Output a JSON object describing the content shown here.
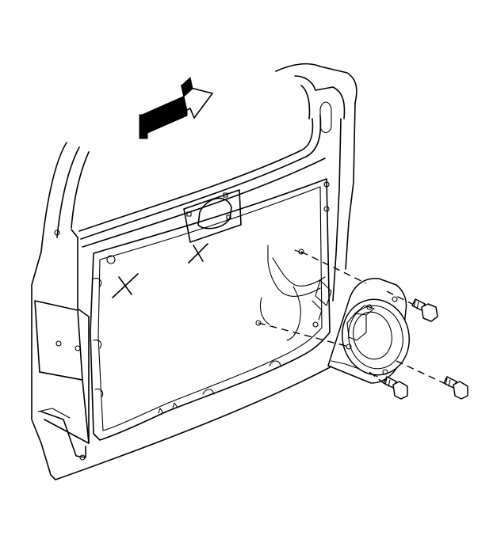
{
  "diagram": {
    "kind": "exploded-assembly-line-drawing",
    "subject": "door-speaker-installation",
    "ink_color": "#000000",
    "paper_color": "#ffffff",
    "fastener_count": 3,
    "callout_arrow": "direction-arrow"
  }
}
